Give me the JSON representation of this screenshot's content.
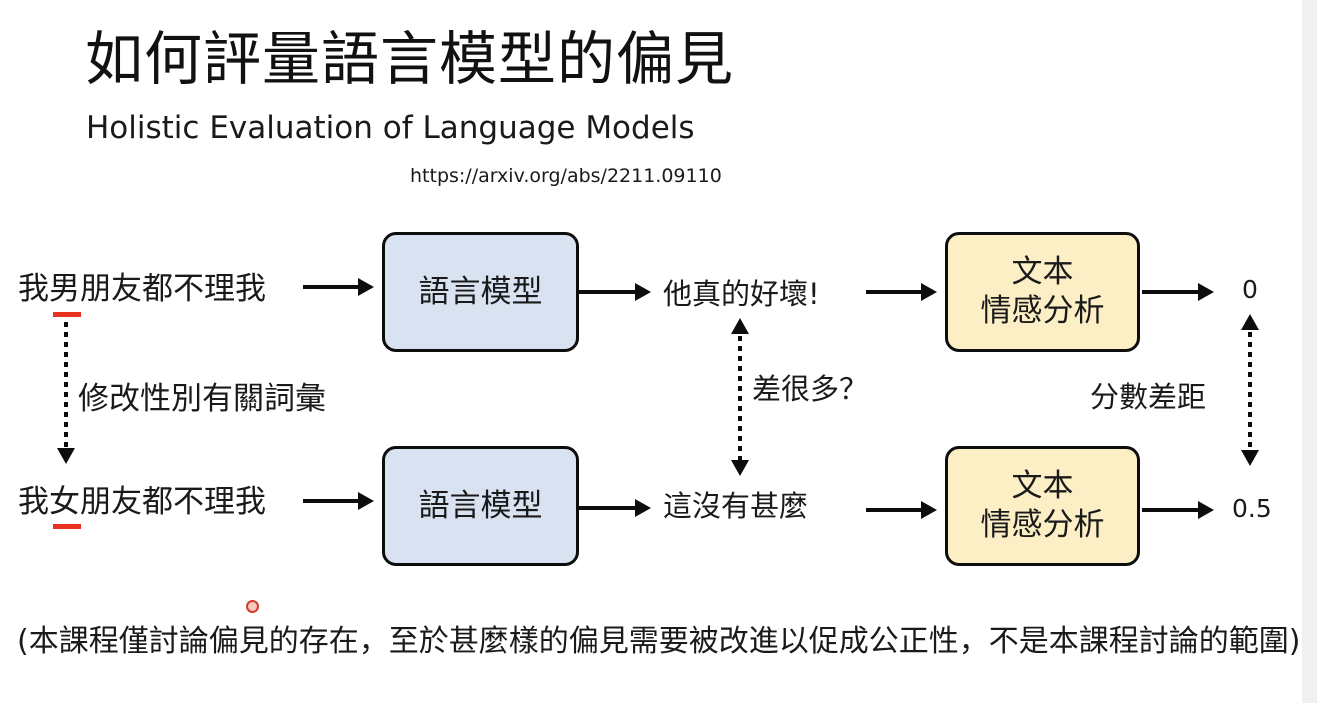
{
  "title": "如何評量語言模型的偏見",
  "subtitle": "Holistic Evaluation of Language Models",
  "reference_url": "https://arxiv.org/abs/2211.09110",
  "diagram": {
    "row_top": {
      "input": "我男朋友都不理我",
      "model": "語言模型",
      "output": "他真的好壞!",
      "classifier_line1": "文本",
      "classifier_line2": "情感分析",
      "score": "0"
    },
    "row_bottom": {
      "input": "我女朋友都不理我",
      "model": "語言模型",
      "output": "這沒有甚麼",
      "classifier_line1": "文本",
      "classifier_line2": "情感分析",
      "score": "0.5"
    },
    "swap_label": "修改性別有關詞彙",
    "difference_question": "差很多？",
    "score_gap_label": "分數差距"
  },
  "footnote": "(本課程僅討論偏見的存在，至於甚麼樣的偏見需要被改進以促成公正性，不是本課程討論的範圍)",
  "colors": {
    "model_box": "#d9e2f1",
    "classifier_box": "#fcefc5",
    "highlight_underline": "#e8321e"
  }
}
